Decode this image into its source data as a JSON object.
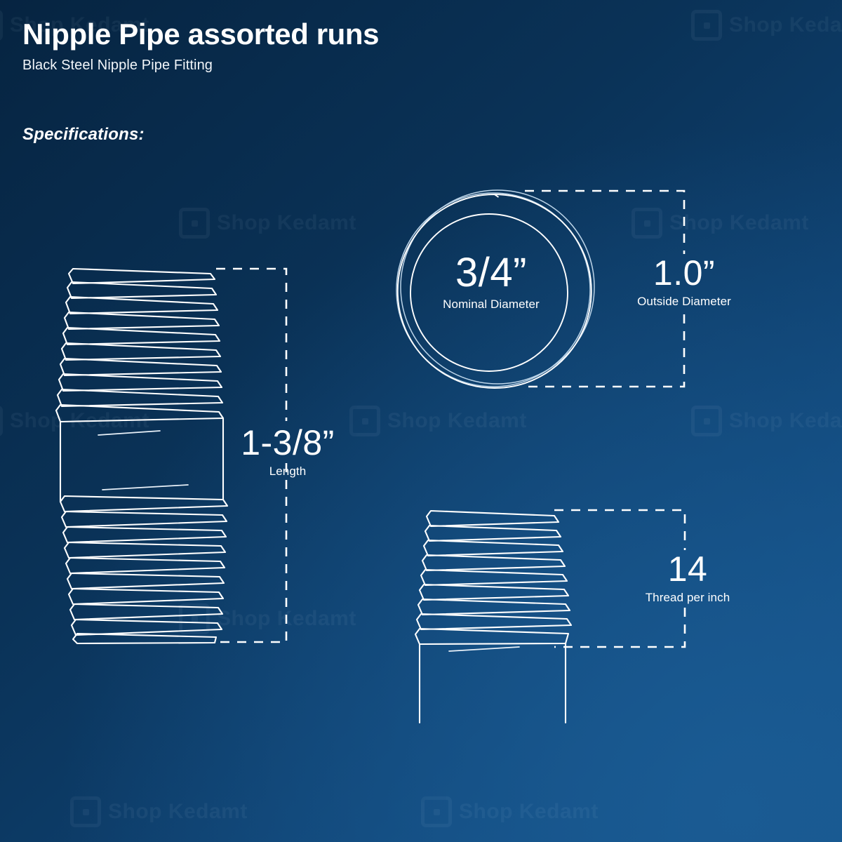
{
  "header": {
    "title": "Nipple Pipe assorted runs",
    "subtitle": "Black Steel Nipple Pipe Fitting",
    "section_heading": "Specifications:"
  },
  "colors": {
    "background_dark": "#062441",
    "background_light": "#15548f",
    "line": "#ffffff",
    "text": "#ffffff"
  },
  "specifications": [
    {
      "id": "nominal-diameter",
      "value": "3/4”",
      "label": "Nominal Diameter"
    },
    {
      "id": "outside-diameter",
      "value": "1.0”",
      "label": "Outside Diameter"
    },
    {
      "id": "length",
      "value": "1-3/8”",
      "label": "Length"
    },
    {
      "id": "threads-per-inch",
      "value": "14",
      "label": "Thread per inch"
    }
  ],
  "diagrams": [
    {
      "id": "pipe-full-view",
      "icon": "threaded-pipe-nipple-icon",
      "description": "Full threaded nipple pipe body with length dimension bracket"
    },
    {
      "id": "pipe-end-view",
      "icon": "pipe-cross-section-circle-icon",
      "description": "Circular end view showing nominal and outside diameter"
    },
    {
      "id": "pipe-thread-detail",
      "icon": "thread-detail-icon",
      "description": "Close-up of threaded end showing thread pitch"
    }
  ],
  "watermarks": [
    {
      "text": "Shop Kedamt"
    },
    {
      "text": "Shop Kedamt"
    },
    {
      "text": "Shop Kedamt"
    },
    {
      "text": "Shop Kedamt"
    },
    {
      "text": "Shop Kedamt"
    },
    {
      "text": "Shop Kedamt"
    },
    {
      "text": "Shop Kedamt"
    },
    {
      "text": "Shop Kedamt"
    },
    {
      "text": "Shop Kedamt"
    }
  ]
}
